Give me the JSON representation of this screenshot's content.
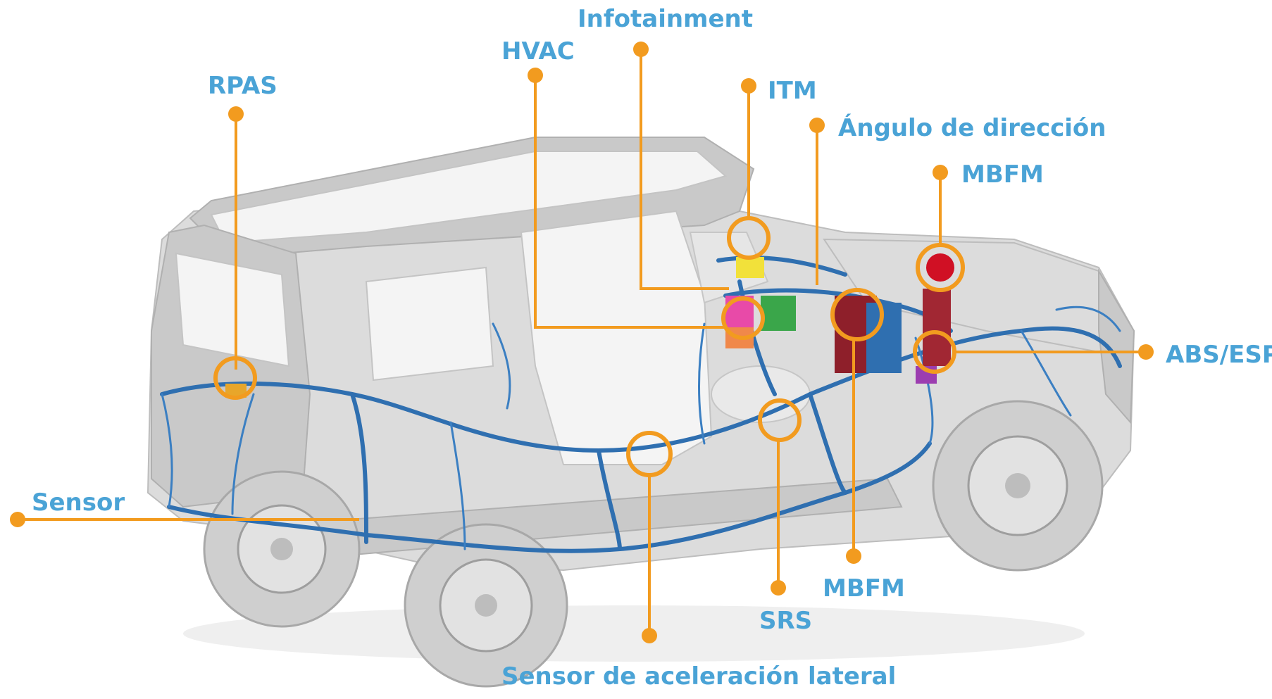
{
  "labels": {
    "infotainment": "Infotainment",
    "hvac": "HVAC",
    "rpas": "RPAS",
    "itm": "ITM",
    "angulo": "Ángulo de dirección",
    "mbfm_top": "MBFM",
    "abs_esp": "ABS/ESP",
    "sensor": "Sensor",
    "mbfm_bottom": "MBFM",
    "srs": "SRS",
    "sensor_lateral": "Sensor de aceleración lateral"
  },
  "colors": {
    "label_text": "#4aa3d6",
    "leader_line": "#f29b1f",
    "wiring_harness": "#2f6fb0",
    "car_body": "#dcdcdc"
  }
}
